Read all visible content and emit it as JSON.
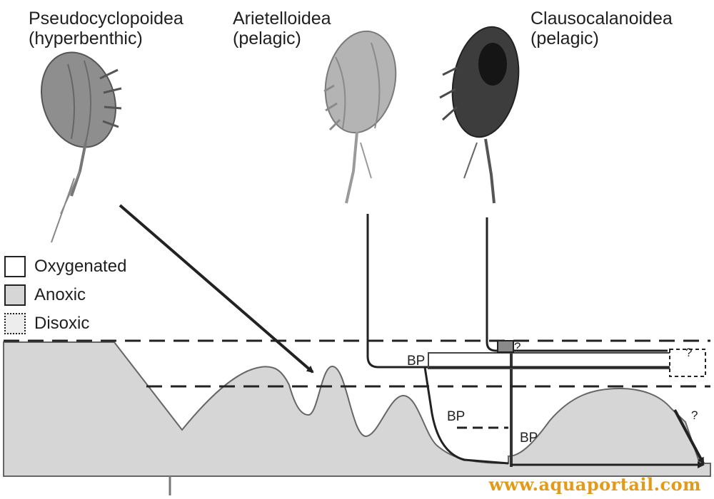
{
  "taxa": [
    {
      "name": "Pseudocyclopoidea",
      "habitat": "(hyperbenthic)"
    },
    {
      "name": "Arietelloidea",
      "habitat": "(pelagic)"
    },
    {
      "name": "Clausocalanoidea",
      "habitat": "(pelagic)"
    }
  ],
  "legend": [
    {
      "label": "Oxygenated",
      "color": "#ffffff"
    },
    {
      "label": "Anoxic",
      "color": "#d6d6d6"
    },
    {
      "label": "Disoxic",
      "color": "#ededed"
    }
  ],
  "markers": {
    "bp": "BP",
    "question": "?"
  },
  "watermark": "www.aquaportail.com"
}
